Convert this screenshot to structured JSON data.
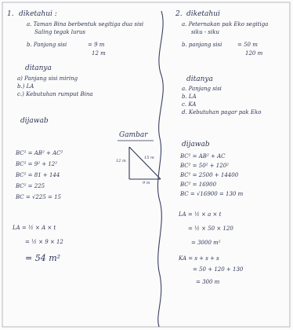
{
  "left": {
    "num": "1.",
    "diketahui_heading": "diketahui :",
    "item_a_line1": "a. Taman Bina berbentuk segitiga dua sisi",
    "item_a_line2": "Saling tegak lurus",
    "item_b_label": "b. Panjang sisi",
    "item_b_val1": "= 9 m",
    "item_b_val2": "12 m",
    "ditanya_heading": "ditanya",
    "ditanya_a": "a) Panjang sisi miring",
    "ditanya_b": "b.) LA",
    "ditanya_c": "c.) Kebutuhan rumput Bina",
    "dijawab_heading": "dijawab",
    "gambar_label": "Gambar",
    "triangle_side_left": "12 m",
    "triangle_hyp": "15 m",
    "triangle_base": "9 m",
    "eq1": "BC² = AB² + AC²",
    "eq2": "BC² = 9² + 12²",
    "eq3": "BC² = 81 + 144",
    "eq4": "BC² = 225",
    "eq5": "BC = √225 = 15",
    "la1": "LA = ½ × A × t",
    "la2": "= ½ × 9 × 12",
    "la3": "= 54 m²"
  },
  "right": {
    "num": "2.",
    "diketahui_heading": "diketahui",
    "item_a_line1": "a. Peternakan pak Eko segitiga",
    "item_a_line2": "siku - siku",
    "item_b_label": "b. panjang sisi",
    "item_b_val1": "= 50 m",
    "item_b_val2": "120 m",
    "ditanya_heading": "ditanya",
    "ditanya_a": "a. Panjang sisi",
    "ditanya_b": "b. LA",
    "ditanya_c": "c. KA",
    "ditanya_d": "d. Kebutuhan pagar pak Eko",
    "dijawab_heading": "dijawab",
    "eq1": "BC² = AB² + AC",
    "eq2": "BC² = 50² + 120²",
    "eq3": "BC² = 2500 + 14400",
    "eq4": "BC² = 16900",
    "eq5": "BC = √16900 = 130 m",
    "la1": "LA = ½ × a × t",
    "la2": "= ½ × 50 × 120",
    "la3": "= 3000 m²",
    "ka1": "KA = s + s + s",
    "ka2": "= 50 + 120 + 130",
    "ka3": "= 300 m"
  }
}
